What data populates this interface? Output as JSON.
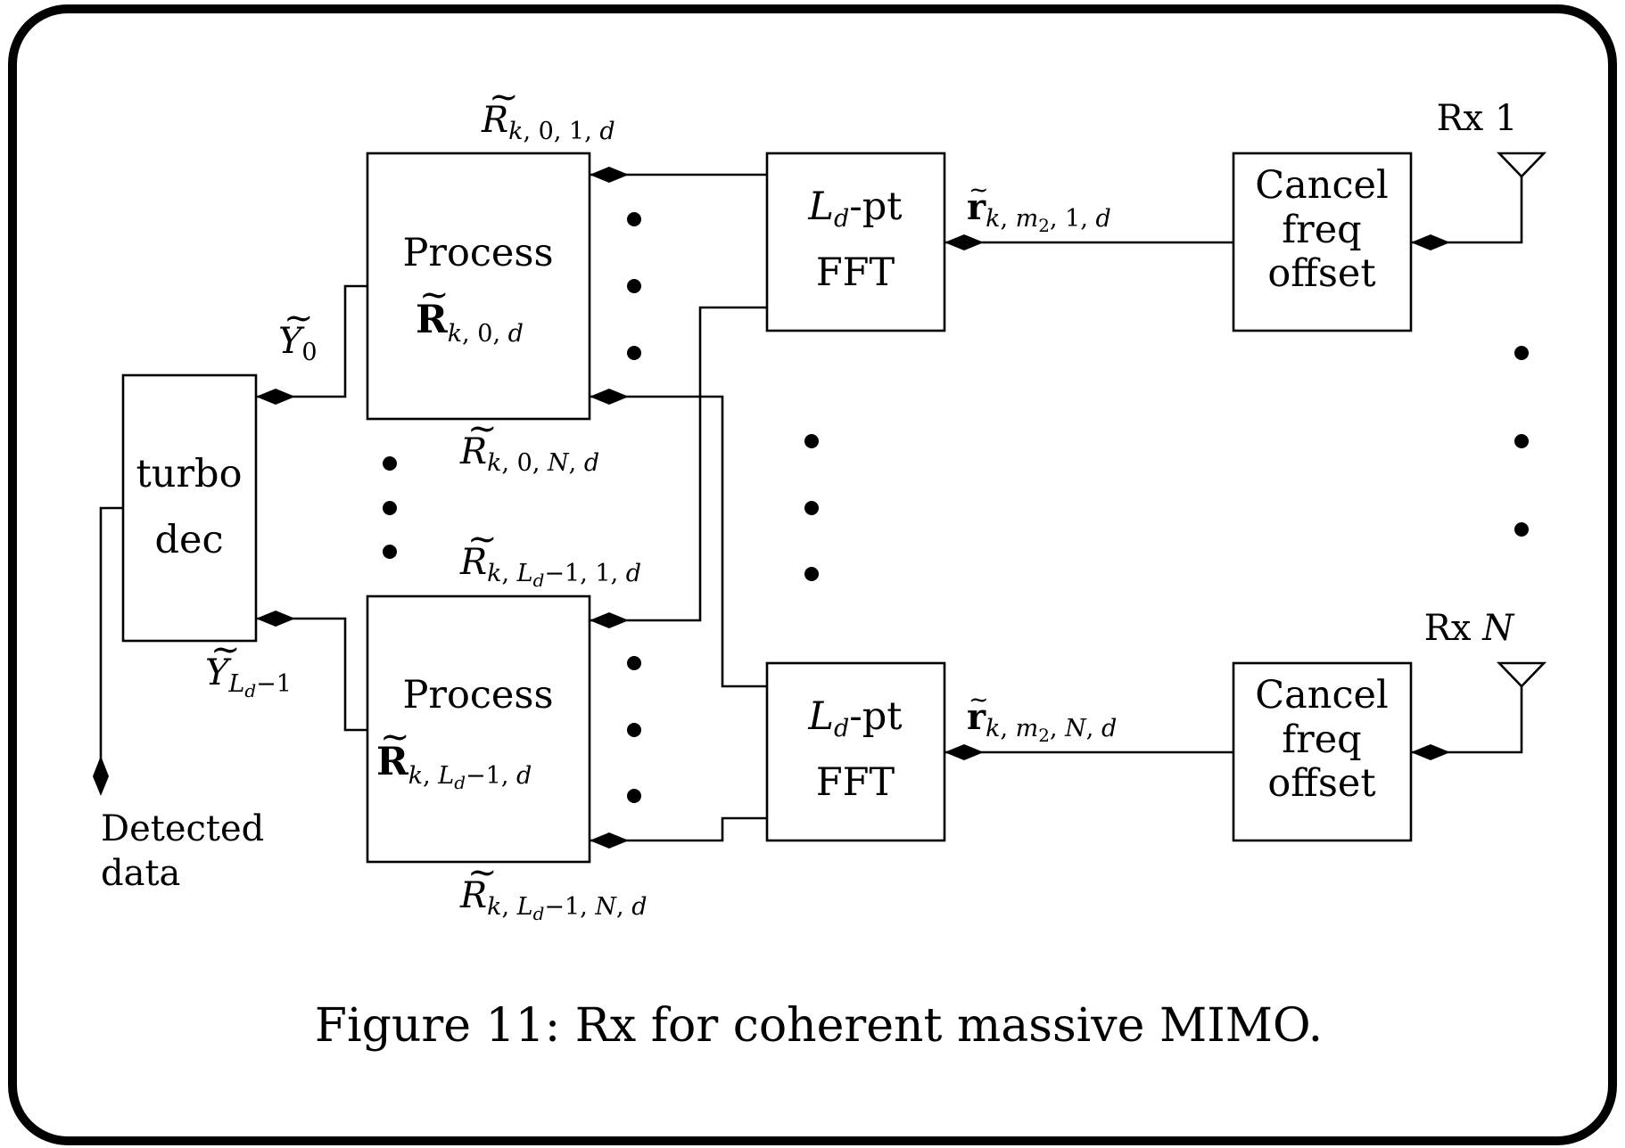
{
  "boxes": {
    "turbo": [
      "turbo",
      "dec"
    ],
    "process": "Process",
    "fft": "FFT",
    "fft_pt": "-pt",
    "cancel": [
      "Cancel",
      "freq",
      "offset"
    ]
  },
  "outputs": {
    "detected": [
      "Detected",
      "data"
    ]
  },
  "antennas": {
    "rx_prefix": "Rx",
    "rx1_index": "1",
    "rxN_index": "N"
  },
  "symbols": {
    "R": "R",
    "r": "r",
    "Y": "Y",
    "L": "L",
    "d": "d",
    "tilde": "~",
    "sub_k": "k",
    "sub_comma": ", ",
    "sub_zero": "0",
    "sub_one": "1",
    "sub_N": "N",
    "sub_Ld": "L",
    "sub_Ld_d": "d",
    "sub_minus1": "−1",
    "sub_m": "m",
    "sub_m2": "2"
  },
  "caption": "Figure 11: Rx for coherent massive MIMO."
}
